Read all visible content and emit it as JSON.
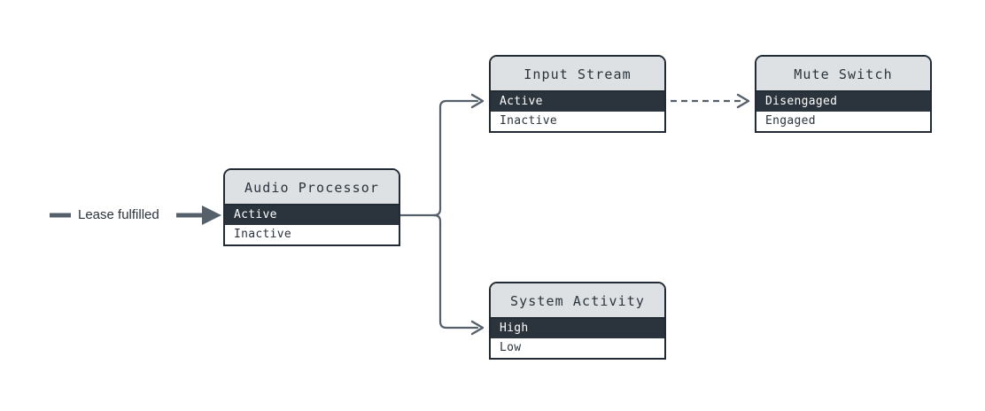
{
  "diagram": {
    "type": "state-machine-flow",
    "background_color": "#ffffff",
    "title_bar_color": "#dde1e4",
    "active_row_color": "#2b333c",
    "border_color": "#222b33",
    "edge_color": "#56606b",
    "entry": {
      "label": "Lease fulfilled",
      "marker": "dash-marker",
      "arrow": "solid-filled-arrow"
    },
    "nodes": [
      {
        "id": "audio-processor",
        "title": "Audio Processor",
        "rows": [
          {
            "label": "Active",
            "selected": true
          },
          {
            "label": "Inactive",
            "selected": false
          }
        ]
      },
      {
        "id": "input-stream",
        "title": "Input Stream",
        "rows": [
          {
            "label": "Active",
            "selected": true
          },
          {
            "label": "Inactive",
            "selected": false
          }
        ]
      },
      {
        "id": "mute-switch",
        "title": "Mute Switch",
        "rows": [
          {
            "label": "Disengaged",
            "selected": true
          },
          {
            "label": "Engaged",
            "selected": false
          }
        ]
      },
      {
        "id": "system-activity",
        "title": "System Activity",
        "rows": [
          {
            "label": "High",
            "selected": true
          },
          {
            "label": "Low",
            "selected": false
          }
        ]
      }
    ],
    "edges": [
      {
        "from": "entry",
        "to": "audio-processor",
        "style": "solid",
        "arrow": "filled"
      },
      {
        "from": "audio-processor",
        "to": "input-stream",
        "style": "solid",
        "arrow": "chevron"
      },
      {
        "from": "audio-processor",
        "to": "system-activity",
        "style": "solid",
        "arrow": "chevron"
      },
      {
        "from": "input-stream",
        "to": "mute-switch",
        "style": "dashed",
        "arrow": "chevron"
      }
    ]
  }
}
